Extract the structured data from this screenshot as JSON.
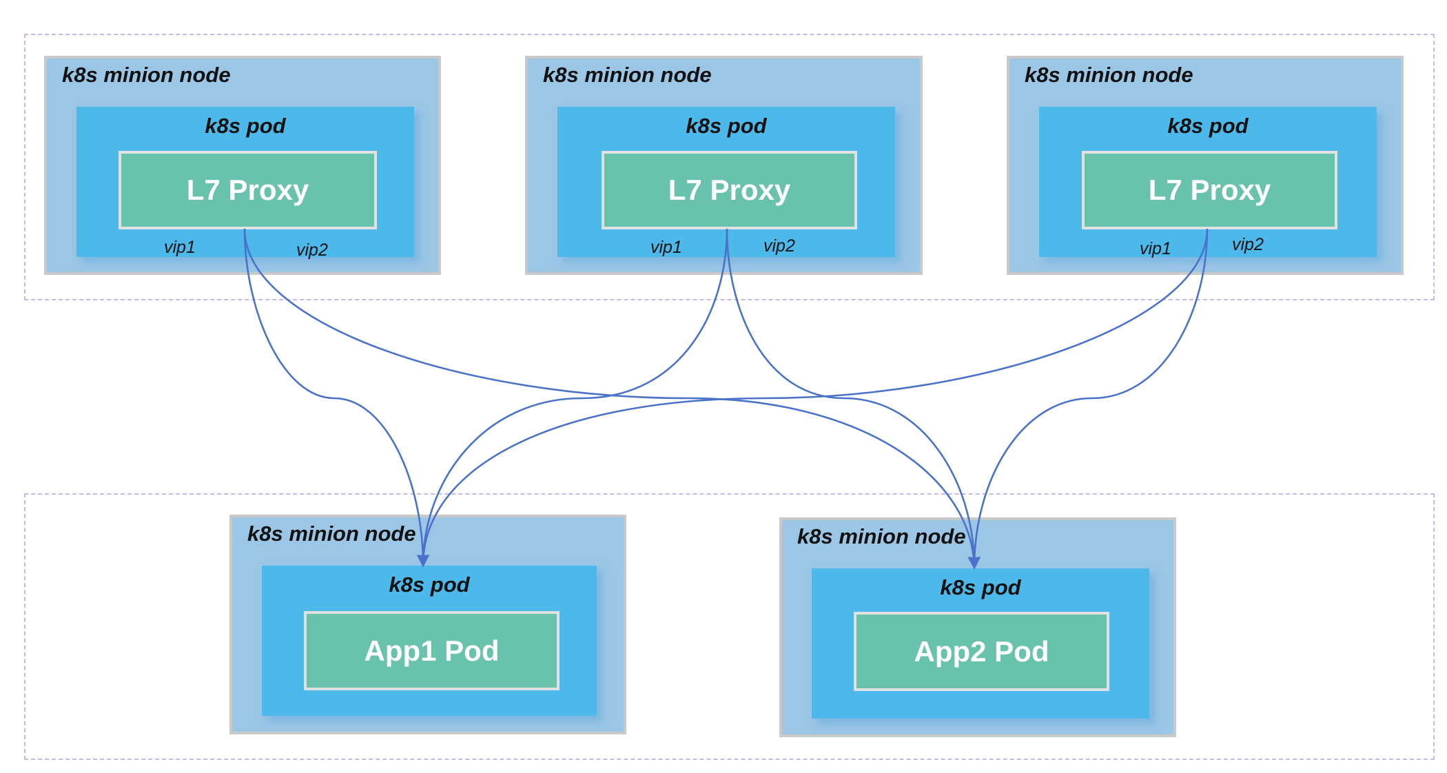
{
  "top_nodes": [
    {
      "title": "k8s minion node",
      "pod_title": "k8s pod",
      "box_label": "L7 Proxy",
      "vip1": "vip1",
      "vip2": "vip2"
    },
    {
      "title": "k8s minion node",
      "pod_title": "k8s pod",
      "box_label": "L7 Proxy",
      "vip1": "vip1",
      "vip2": "vip2"
    },
    {
      "title": "k8s minion node",
      "pod_title": "k8s pod",
      "box_label": "L7 Proxy",
      "vip1": "vip1",
      "vip2": "vip2"
    }
  ],
  "bottom_nodes": [
    {
      "title": "k8s minion node",
      "pod_title": "k8s pod",
      "box_label": "App1 Pod"
    },
    {
      "title": "k8s minion node",
      "pod_title": "k8s pod",
      "box_label": "App2 Pod"
    }
  ],
  "connections": [
    {
      "from": "L7 Proxy 1",
      "to": "App1 Pod"
    },
    {
      "from": "L7 Proxy 1",
      "to": "App2 Pod"
    },
    {
      "from": "L7 Proxy 2",
      "to": "App1 Pod"
    },
    {
      "from": "L7 Proxy 2",
      "to": "App2 Pod"
    },
    {
      "from": "L7 Proxy 3",
      "to": "App1 Pod"
    },
    {
      "from": "L7 Proxy 3",
      "to": "App2 Pod"
    }
  ],
  "colors": {
    "node_fill": "#9bc6e6",
    "pod_fill": "#4db8ea",
    "box_fill": "#69c3ac",
    "arrow": "#4a72c9",
    "cluster_border": "#c9b6ea"
  }
}
